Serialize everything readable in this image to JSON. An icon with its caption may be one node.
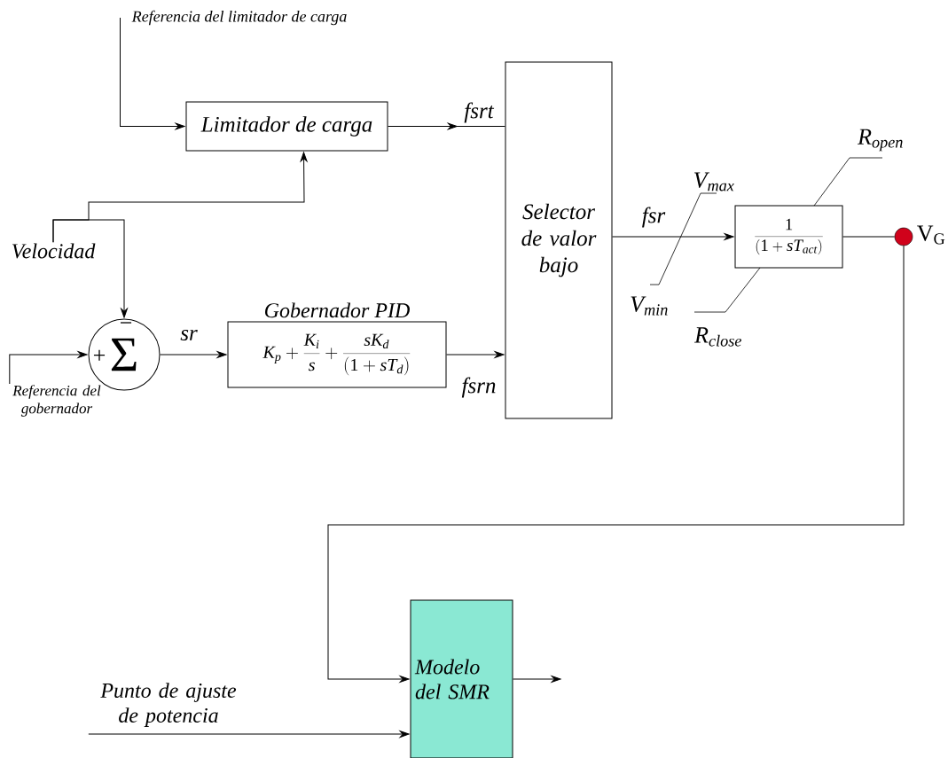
{
  "diagram": {
    "nodes": [
      {
        "text": [
          "Referencia del limitador de carga"
        ]
      },
      {
        "text": [
          "Limitador de carga"
        ]
      },
      {
        "text": [
          "Velocidad"
        ]
      },
      {
        "text": [
          "−",
          "+",
          "Σ"
        ]
      },
      {
        "text": [
          "Referencia del gobernador"
        ]
      },
      {
        "text": [
          "Gobernador PID",
          "K_p+\\frac{K_i}{s}+\\frac{sK_d}{(1+sT_d)}"
        ]
      },
      {
        "text": [
          "Selector de valor bajo"
        ]
      },
      {
        "text": [
          "\\frac{1}{(1+sT_{act})}"
        ]
      },
      {
        "text": [],
        "shape": "circle",
        "beside": [
          "V$_{G}$"
        ]
      },
      {
        "text": [
          "Punto de ajuste de potencia"
        ]
      },
      {
        "text": [
          "Modelo del SMR"
        ]
      }
    ],
    "edges": [
      {
        "from": 0,
        "to": 1,
        "arrow": "to"
      },
      {
        "from": 2,
        "to": 1,
        "arrow": "to"
      },
      {
        "from": 2,
        "to": 3,
        "arrow": "to"
      },
      {
        "from": 4,
        "to": 3,
        "arrow": "to"
      },
      {
        "from": 3,
        "to": 5,
        "arrow": "to",
        "label": "sr"
      },
      {
        "from": 1,
        "to": 6,
        "arrow": "to",
        "label": "fsrt"
      },
      {
        "from": 5,
        "to": 6,
        "arrow": "to",
        "label": "fsrn"
      },
      {
        "from": 6,
        "to": 7,
        "arrow": "to",
        "label": "fsr"
      },
      {
        "from": 7,
        "to": 8,
        "arrow": "none"
      },
      {
        "from": 8,
        "to": 10,
        "arrow": "to"
      },
      {
        "from": 9,
        "to": 10,
        "arrow": "to"
      },
      {
        "from": 10,
        "to": null,
        "arrow": "to"
      }
    ],
    "labels": [
      "V$_{max}$",
      "V$_{min}$",
      "R$_{open}$",
      "R$_{close}$"
    ]
  }
}
